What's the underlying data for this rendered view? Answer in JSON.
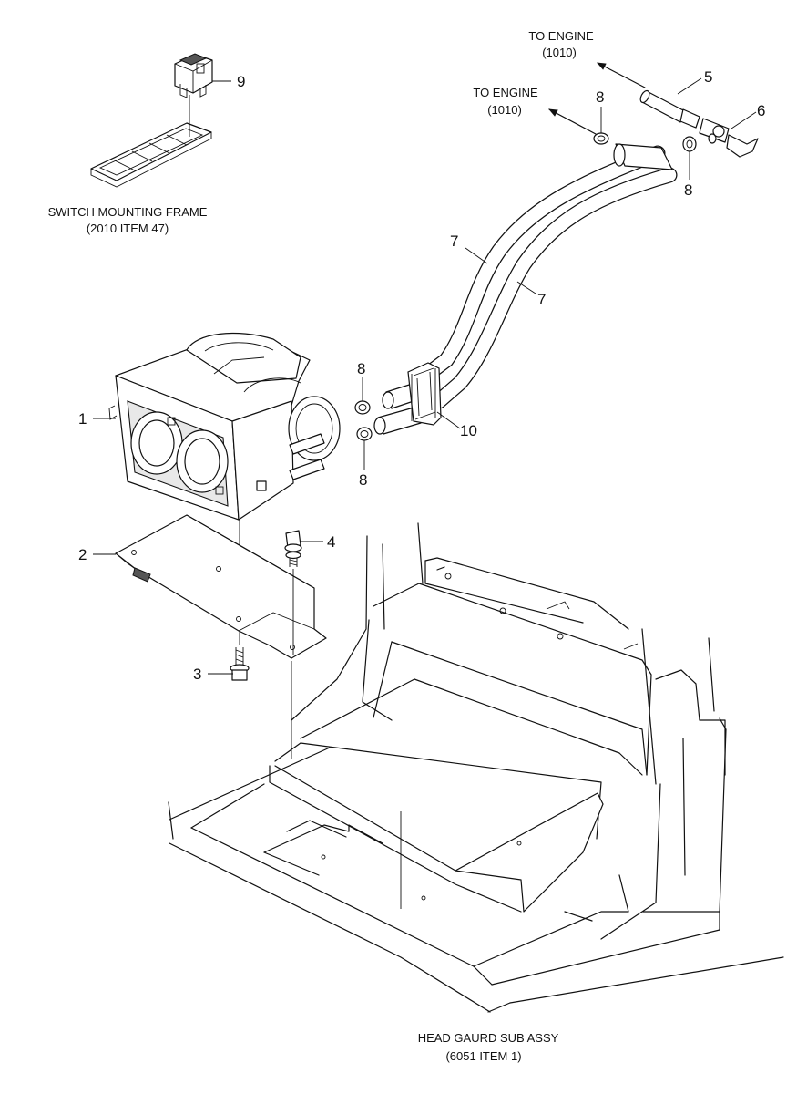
{
  "labels": {
    "switch_frame_line1": "SWITCH MOUNTING FRAME",
    "switch_frame_line2": "(2010 ITEM 47)",
    "to_engine_a_line1": "TO ENGINE",
    "to_engine_a_line2": "(1010)",
    "to_engine_b_line1": "TO ENGINE",
    "to_engine_b_line2": "(1010)",
    "head_guard_line1": "HEAD GAURD SUB ASSY",
    "head_guard_line2": "(6051 ITEM 1)"
  },
  "callouts": {
    "heater": "1",
    "bracket": "2",
    "bolt_bottom": "3",
    "bolt_top": "4",
    "fitting": "5",
    "valve": "6",
    "hose_upper": "7",
    "hose_lower": "7",
    "clamp_top_left": "8",
    "clamp_top_right": "8",
    "clamp_mid_upper": "8",
    "clamp_mid_lower": "8",
    "switch": "9",
    "grommet": "10"
  }
}
